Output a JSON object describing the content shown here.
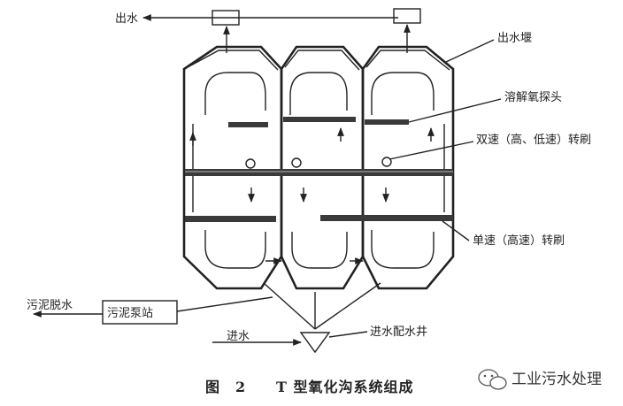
{
  "labels": {
    "outflow": "出水",
    "outflow_weir": "出水堰",
    "do_probe": "溶解氧探头",
    "dual_speed_rotor": "双速（高、低速）转刷",
    "single_speed_rotor": "单速（高速）转刷",
    "sludge_dewatering": "污泥脱水",
    "sludge_pump_station": "污泥泵站",
    "inflow": "进水",
    "inflow_distribution_well": "进水配水井"
  },
  "caption": {
    "figure_number": "图　2",
    "title": "T 型氧化沟系统组成"
  },
  "watermark": {
    "icon": "wechat-icon",
    "text": "工业污水处理"
  }
}
